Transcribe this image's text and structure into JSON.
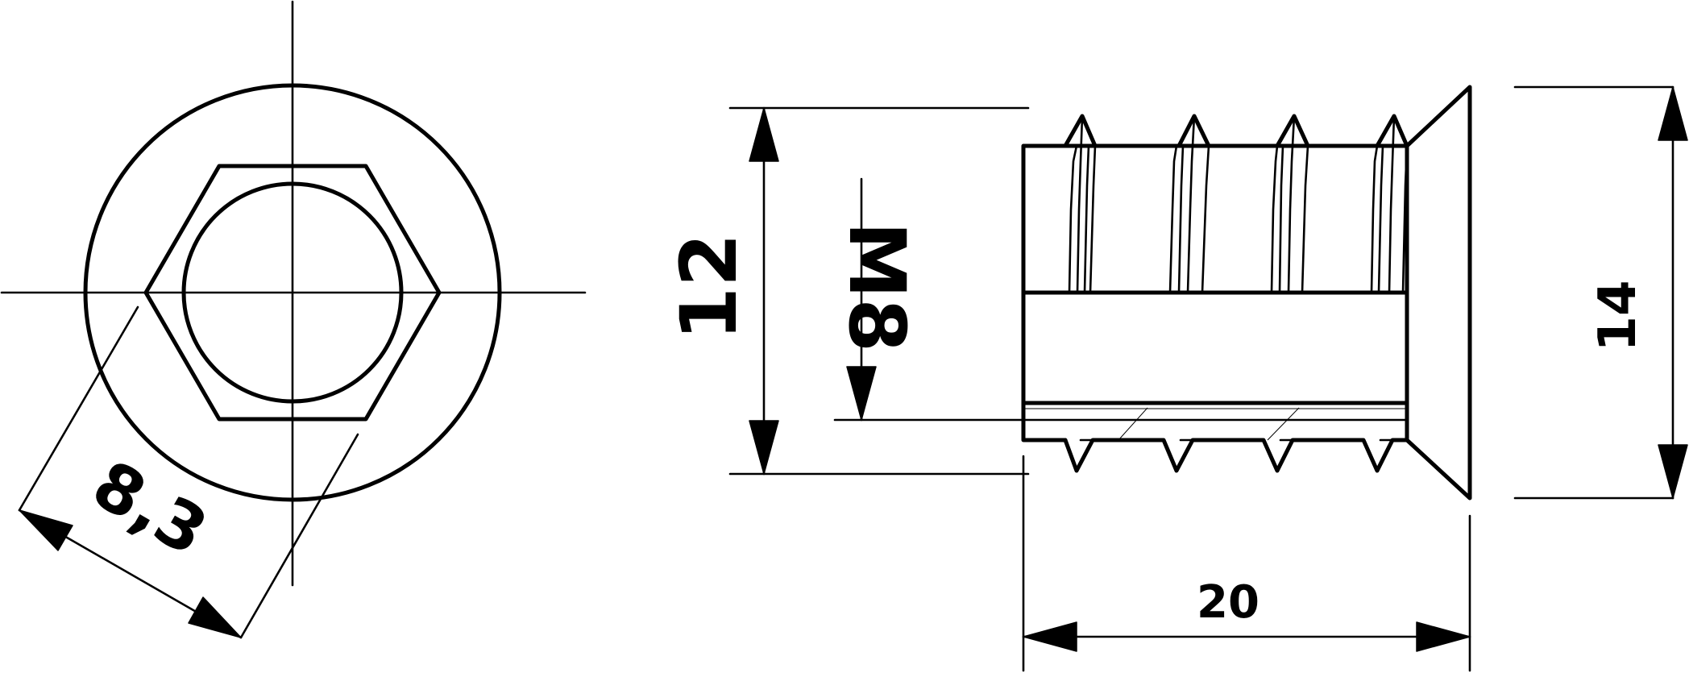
{
  "drawing": {
    "front_view": {
      "diameter_label": "8,3"
    },
    "side_view": {
      "height_label": "12",
      "thread_label": "M8",
      "outer_height_label": "14",
      "length_label": "20"
    }
  }
}
